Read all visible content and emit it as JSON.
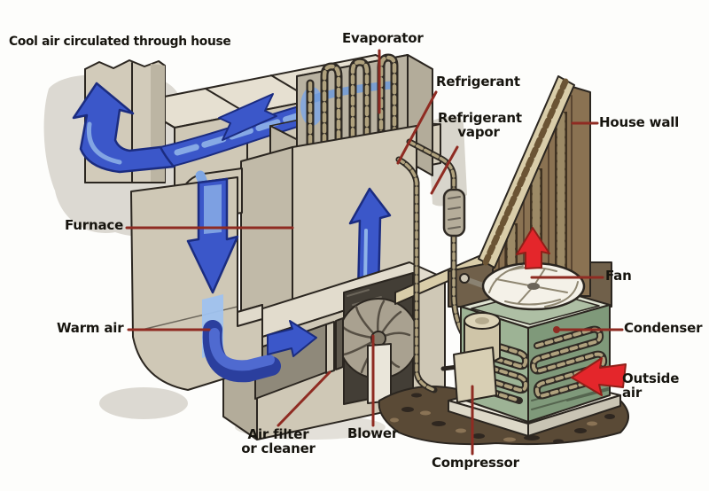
{
  "labels": {
    "cool_air": "Cool air circulated through house",
    "evaporator": "Evaporator",
    "refrigerant": "Refrigerant",
    "refrigerant_vapor_1": "Refrigerant",
    "refrigerant_vapor_2": "vapor",
    "house_wall": "House wall",
    "furnace": "Furnace",
    "warm_air": "Warm air",
    "air_filter_1": "Air filter",
    "air_filter_2": "or cleaner",
    "blower": "Blower",
    "compressor": "Compressor",
    "fan": "Fan",
    "condenser": "Condenser",
    "outside_air_1": "Outside",
    "outside_air_2": "air"
  },
  "colors": {
    "background": "#fdfdfb",
    "duct_top": "#e6e0d1",
    "duct_front": "#cfc8b6",
    "duct_shade": "#b3ac9a",
    "outline": "#2b2620",
    "cool_air_blue": "#3b57c9",
    "cool_air_light": "#9fc2ef",
    "leader_line_red": "#8f2b22",
    "hot_air_red": "#e4262b",
    "condenser_green": "#9db395",
    "condenser_green_dark": "#7f997a",
    "wall_siding": "#d9cda9",
    "wall_interior": "#4c3d2b",
    "wall_side": "#8a7252",
    "dirt_brown": "#5a4a36",
    "text": "#17150f"
  },
  "flow_arrows": [
    {
      "name": "cool-air-riser-arrow",
      "color": "#3b57c9"
    },
    {
      "name": "cool-air-duct-arrow",
      "color": "#3b57c9"
    },
    {
      "name": "warm-air-return-down-arrow",
      "color": "#3b57c9"
    },
    {
      "name": "warm-air-into-furnace-arrow",
      "color": "#3b57c9"
    },
    {
      "name": "furnace-supply-up-arrow",
      "color": "#3b57c9"
    },
    {
      "name": "hot-air-exhaust-up-arrow",
      "color": "#e4262b"
    },
    {
      "name": "outside-air-left-arrow",
      "color": "#e4262b"
    }
  ]
}
